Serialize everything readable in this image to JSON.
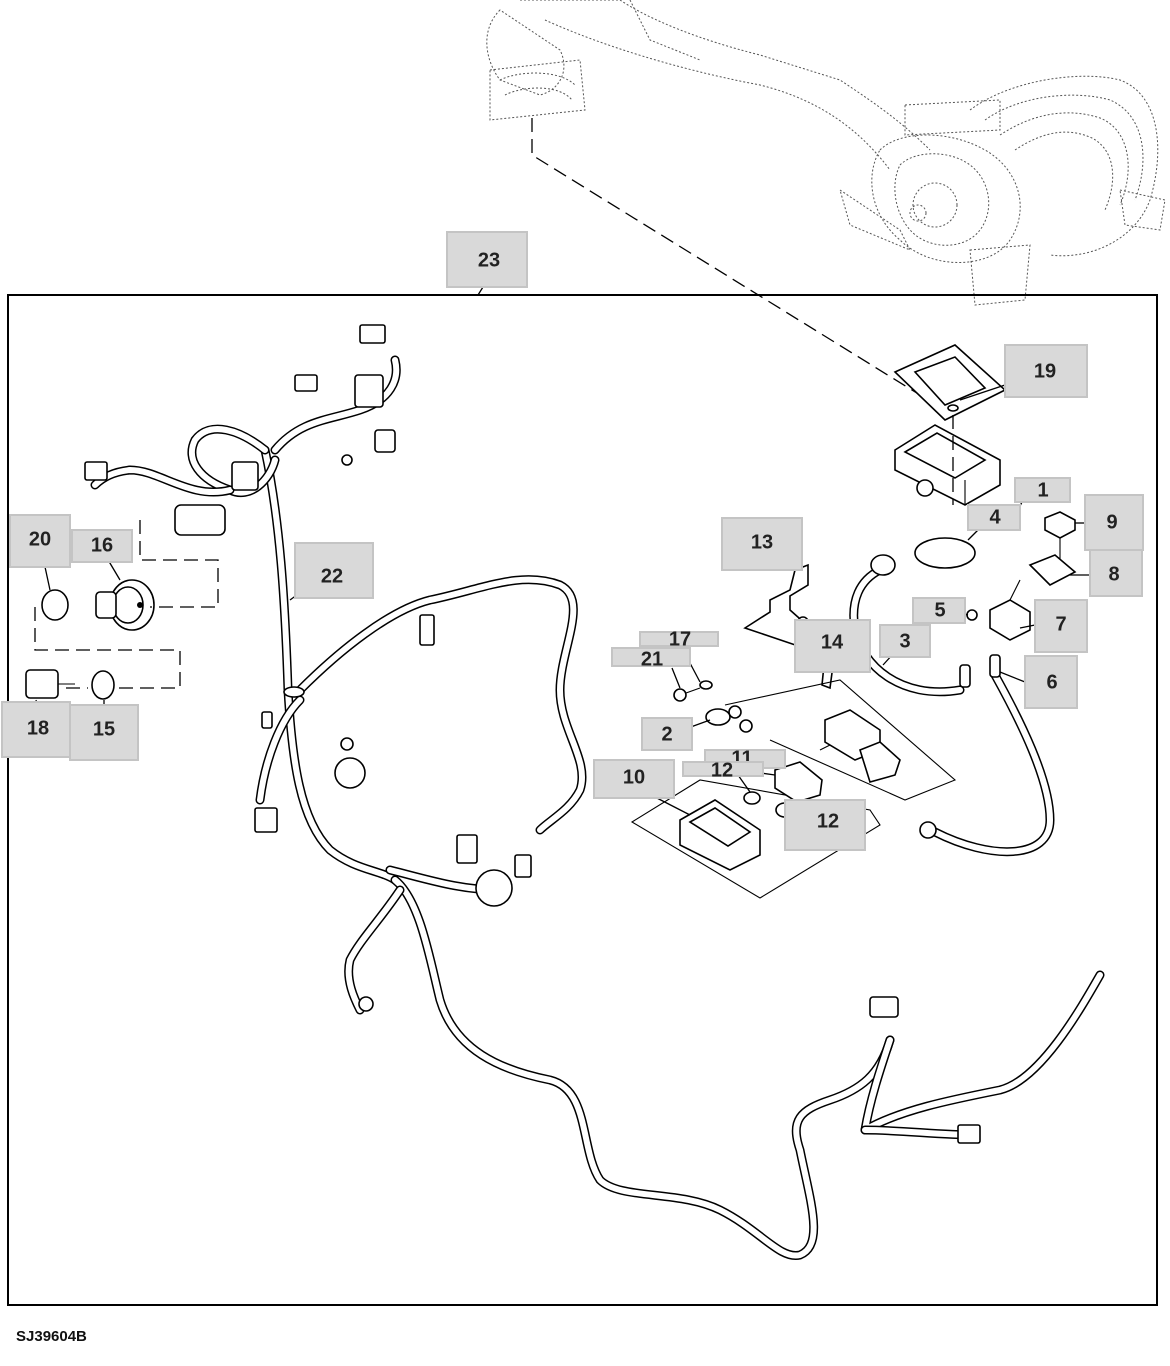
{
  "figure_code": "SJ39604B",
  "callouts": [
    {
      "id": "c1",
      "label": "1"
    },
    {
      "id": "c2",
      "label": "2"
    },
    {
      "id": "c3",
      "label": "3"
    },
    {
      "id": "c4",
      "label": "4"
    },
    {
      "id": "c5",
      "label": "5"
    },
    {
      "id": "c6",
      "label": "6"
    },
    {
      "id": "c7",
      "label": "7"
    },
    {
      "id": "c8",
      "label": "8"
    },
    {
      "id": "c9",
      "label": "9"
    },
    {
      "id": "c10",
      "label": "10"
    },
    {
      "id": "c11",
      "label": "11"
    },
    {
      "id": "c12a",
      "label": "12"
    },
    {
      "id": "c12b",
      "label": "12"
    },
    {
      "id": "c13",
      "label": "13"
    },
    {
      "id": "c14",
      "label": "14"
    },
    {
      "id": "c15",
      "label": "15"
    },
    {
      "id": "c16",
      "label": "16"
    },
    {
      "id": "c17",
      "label": "17"
    },
    {
      "id": "c18",
      "label": "18"
    },
    {
      "id": "c19",
      "label": "19"
    },
    {
      "id": "c20",
      "label": "20"
    },
    {
      "id": "c21",
      "label": "21"
    },
    {
      "id": "c22",
      "label": "22"
    },
    {
      "id": "c23",
      "label": "23"
    }
  ]
}
